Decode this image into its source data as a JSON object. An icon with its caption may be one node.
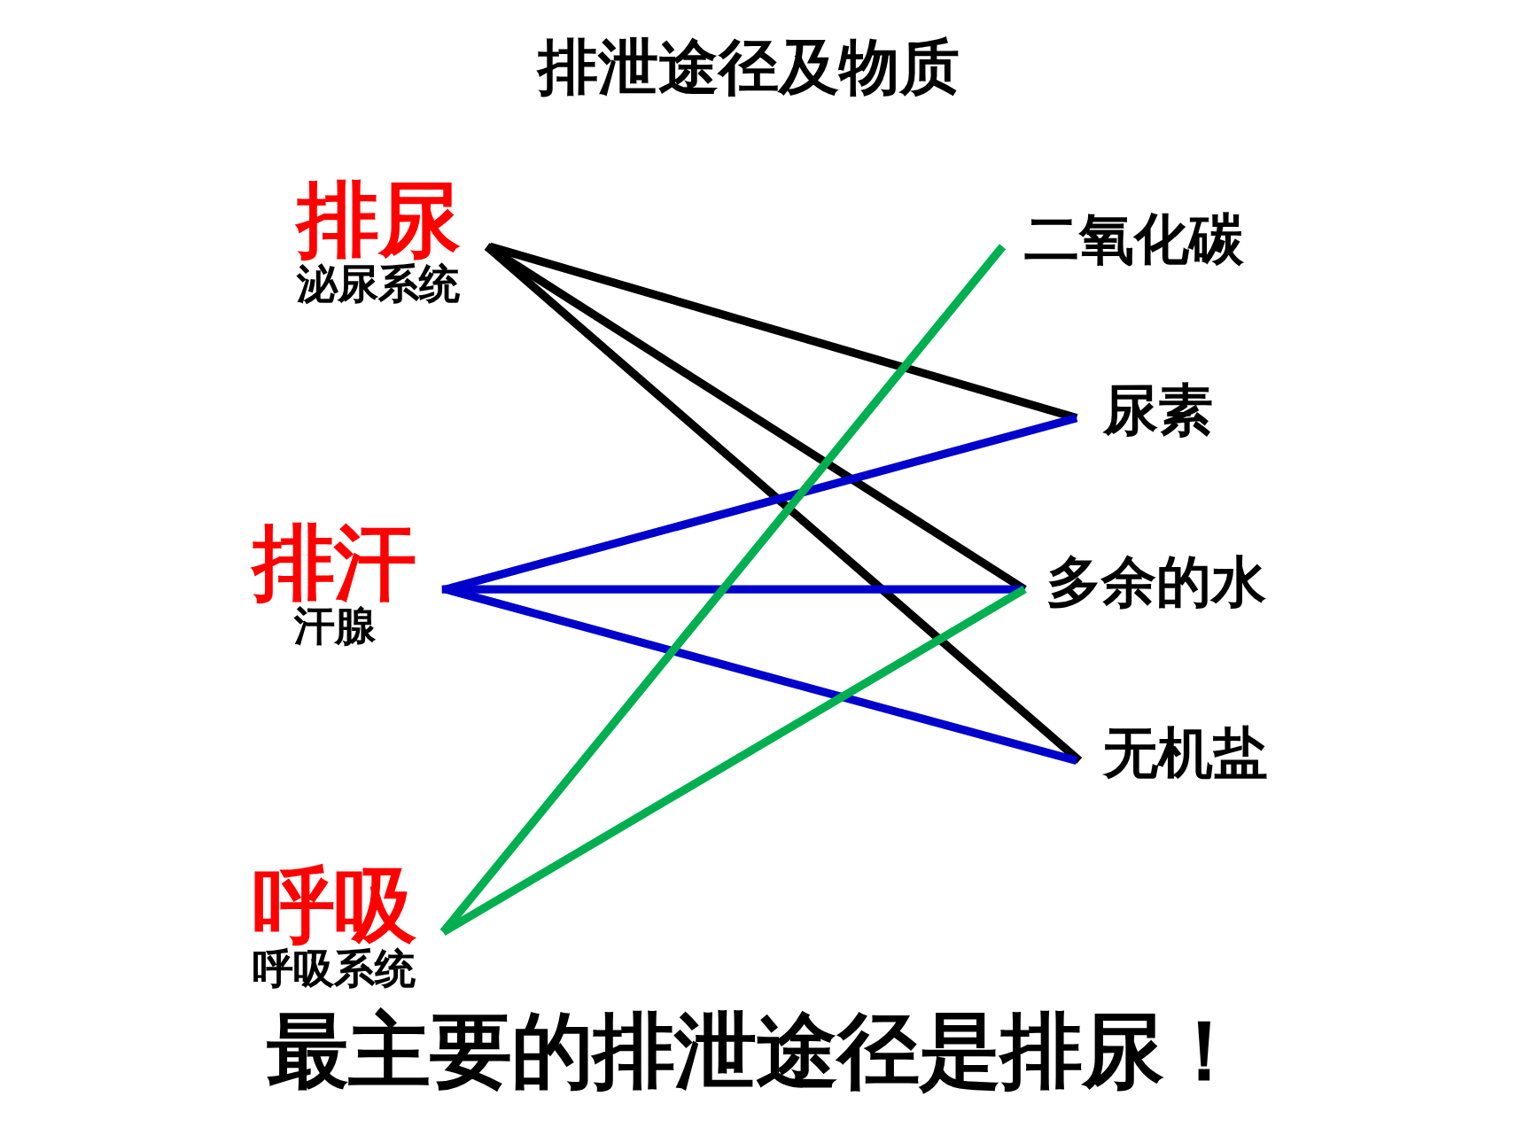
{
  "diagram": {
    "title": "排泄途径及物质",
    "caption": "最主要的排泄途径是排尿！",
    "nodes": [
      {
        "text": [
          "排尿",
          "泌尿系统"
        ]
      },
      {
        "text": [
          "排汗",
          "汗腺"
        ]
      },
      {
        "text": [
          "呼吸",
          "呼吸系统"
        ]
      },
      {
        "text": [
          "二氧化碳"
        ]
      },
      {
        "text": [
          "尿素"
        ]
      },
      {
        "text": [
          "多余的水"
        ]
      },
      {
        "text": [
          "无机盐"
        ]
      }
    ],
    "edges": [
      {
        "from": 0,
        "to": 4,
        "arrow": "none",
        "color": "#000000"
      },
      {
        "from": 0,
        "to": 5,
        "arrow": "none",
        "color": "#000000"
      },
      {
        "from": 0,
        "to": 6,
        "arrow": "none",
        "color": "#000000"
      },
      {
        "from": 1,
        "to": 4,
        "arrow": "none",
        "color": "#0000cc"
      },
      {
        "from": 1,
        "to": 5,
        "arrow": "none",
        "color": "#0000cc"
      },
      {
        "from": 1,
        "to": 6,
        "arrow": "none",
        "color": "#0000cc"
      },
      {
        "from": 2,
        "to": 3,
        "arrow": "none",
        "color": "#00b050"
      },
      {
        "from": 2,
        "to": 5,
        "arrow": "none",
        "color": "#00b050"
      }
    ]
  }
}
